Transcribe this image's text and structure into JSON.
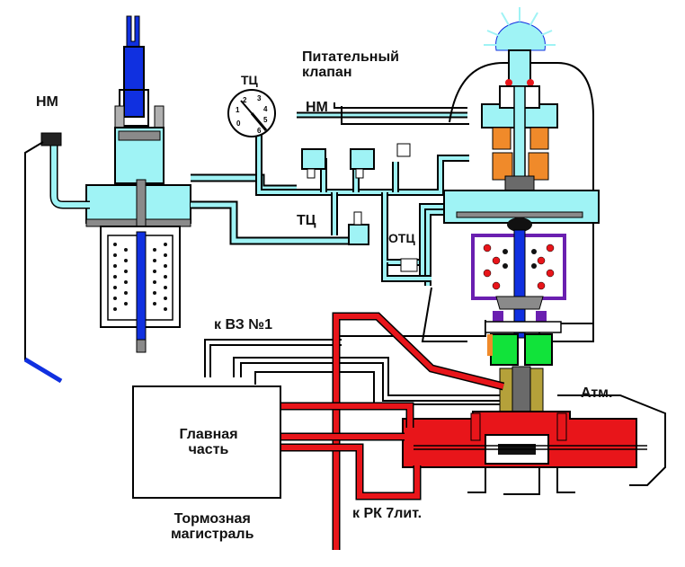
{
  "labels": {
    "nm_left": "НМ",
    "feed_valve_line1": "Питательный",
    "feed_valve_line2": "клапан",
    "tc_gauge": "ТЦ",
    "nm_right": "НМ",
    "tc_lower": "ТЦ",
    "otc": "ОТЦ",
    "k_vz": "к ВЗ №1",
    "atm": "Атм.",
    "main_part_line1": "Главная",
    "main_part_line2": "часть",
    "brake_line_line1": "Тормозная",
    "brake_line_line2": "магистраль",
    "k_rk": "к РК 7лит."
  },
  "gauge": {
    "ticks": [
      "0",
      "1",
      "2",
      "3",
      "4",
      "5",
      "6"
    ]
  },
  "colors": {
    "cyan": "#9ff3f5",
    "blue": "#1020d0",
    "red": "#e8151a",
    "orange": "#f08a2a",
    "green": "#11e33a",
    "purple": "#6a1fb0",
    "grey": "#8a8a8a",
    "olive": "#b5a13a"
  }
}
